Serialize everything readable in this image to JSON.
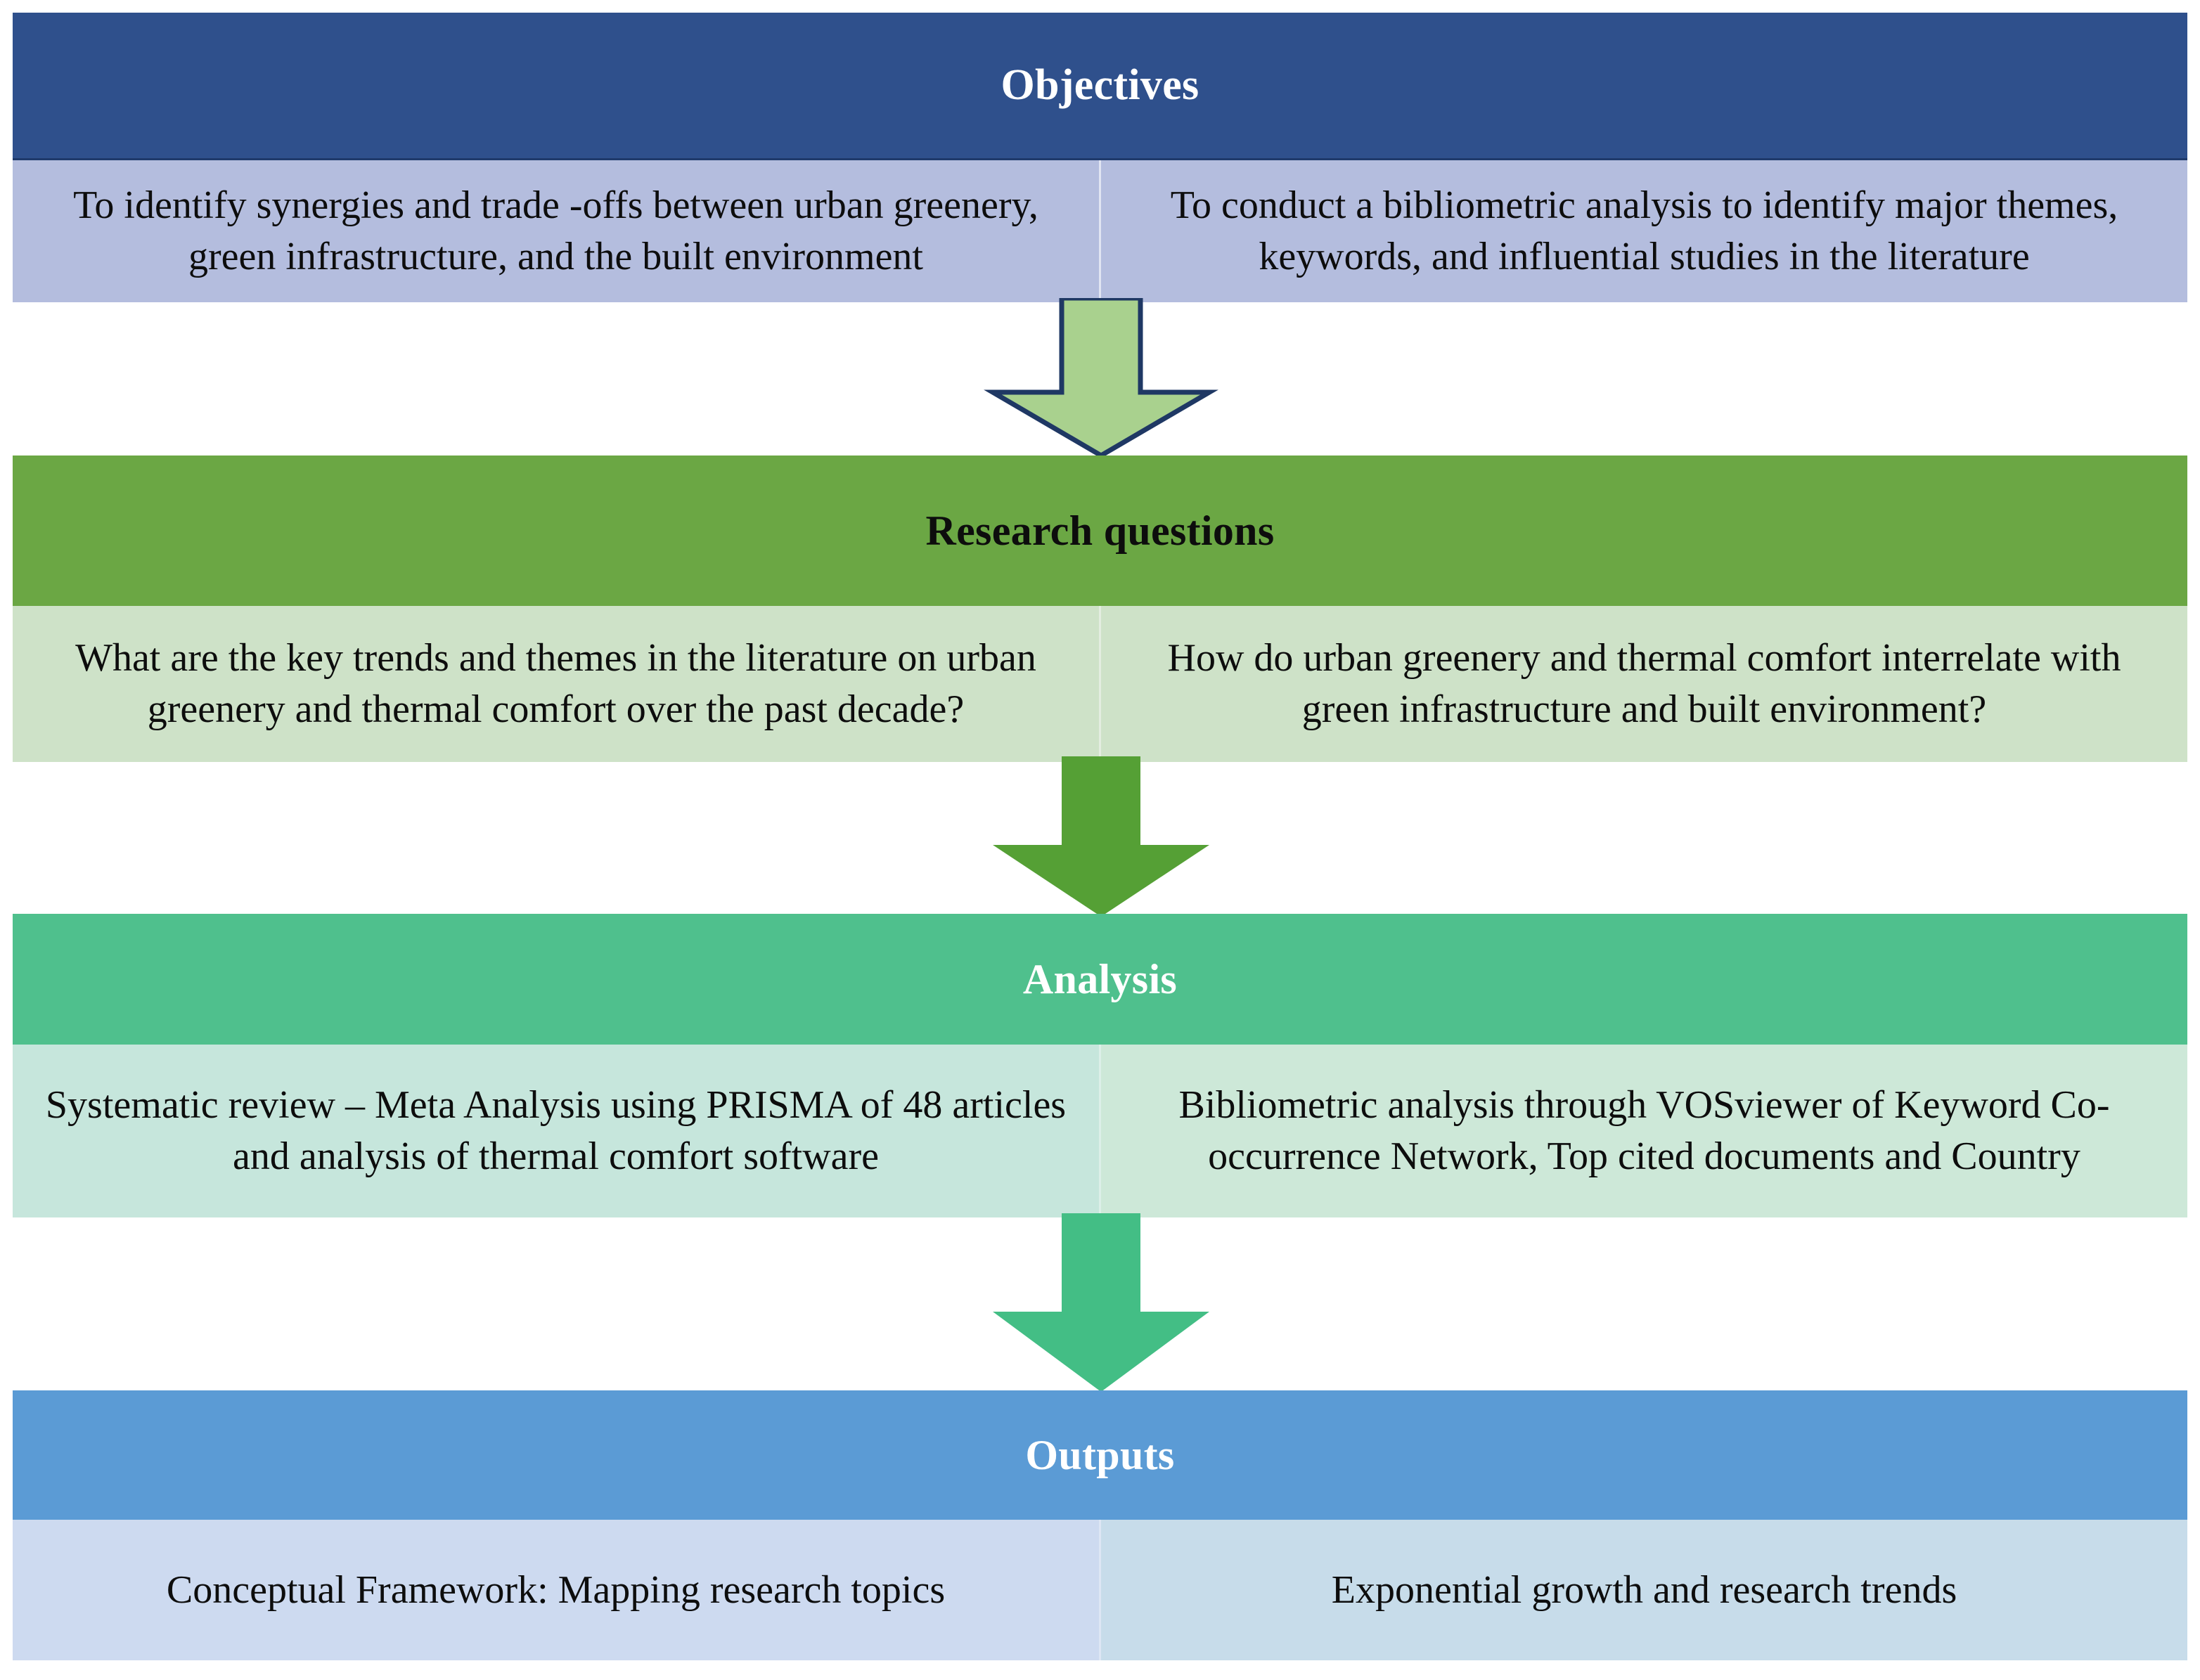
{
  "diagram": {
    "title": "Research framework flowchart",
    "colors": {
      "objectives_header": "#2F508C",
      "objectives_body": "#B4BDDE",
      "research_header": "#6BA744",
      "research_body": "#CEE2C8",
      "analysis_header": "#4FC08D",
      "analysis_body": "#C6E6DC",
      "outputs_header": "#5B9BD5",
      "outputs_body": "#CDDAF0",
      "arrow_1_fill": "#A9D18E",
      "arrow_1_stroke": "#1F3864",
      "arrow_2_fill": "#55A035",
      "arrow_3_fill": "#43BE85"
    }
  },
  "sections": {
    "objectives": {
      "header": "Objectives",
      "left": "To identify synergies and trade -offs between urban greenery, green infrastructure, and the built environment",
      "right": "To conduct a bibliometric analysis to identify major themes, keywords, and influential studies in the literature"
    },
    "research": {
      "header": "Research questions",
      "left": "What are the key trends and themes in the literature on urban greenery and thermal comfort over the past decade?",
      "right": "How do urban greenery and thermal comfort interrelate with green infrastructure and built environment?"
    },
    "analysis": {
      "header": "Analysis",
      "left": "Systematic review – Meta Analysis using PRISMA of 48 articles and analysis of thermal comfort software",
      "right": "Bibliometric analysis through VOSviewer of Keyword Co-occurrence Network, Top cited documents and Country"
    },
    "outputs": {
      "header": "Outputs",
      "left": "Conceptual Framework: Mapping  research topics",
      "right": "Exponential growth and research trends"
    }
  },
  "arrows": {
    "arrow_1_name": "down-arrow-objectives-to-research",
    "arrow_2_name": "down-arrow-research-to-analysis",
    "arrow_3_name": "down-arrow-analysis-to-outputs"
  }
}
